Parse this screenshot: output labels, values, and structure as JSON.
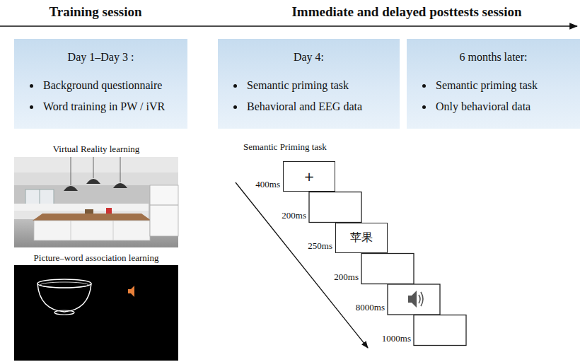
{
  "diagram": {
    "nodes": [
      {
        "text": [
          "Day 1–Day 3 :",
          "Background questionnaire",
          "Word training in PW / iVR"
        ]
      },
      {
        "text": [
          "Day 4:",
          "Semantic priming task",
          "Behavioral and EEG data"
        ]
      },
      {
        "text": [
          "6 months later:",
          "Semantic priming task",
          "Only behavioral data"
        ]
      },
      {
        "text": [
          "+"
        ]
      },
      {
        "text": [
          "苹果"
        ]
      }
    ],
    "labels": [
      "Training session",
      "Immediate and delayed posttests session",
      "Virtual Reality learning",
      "Picture–word association learning",
      "Semantic Priming task",
      "400ms",
      "200ms",
      "250ms",
      "200ms",
      "8000ms",
      "1000ms"
    ]
  }
}
